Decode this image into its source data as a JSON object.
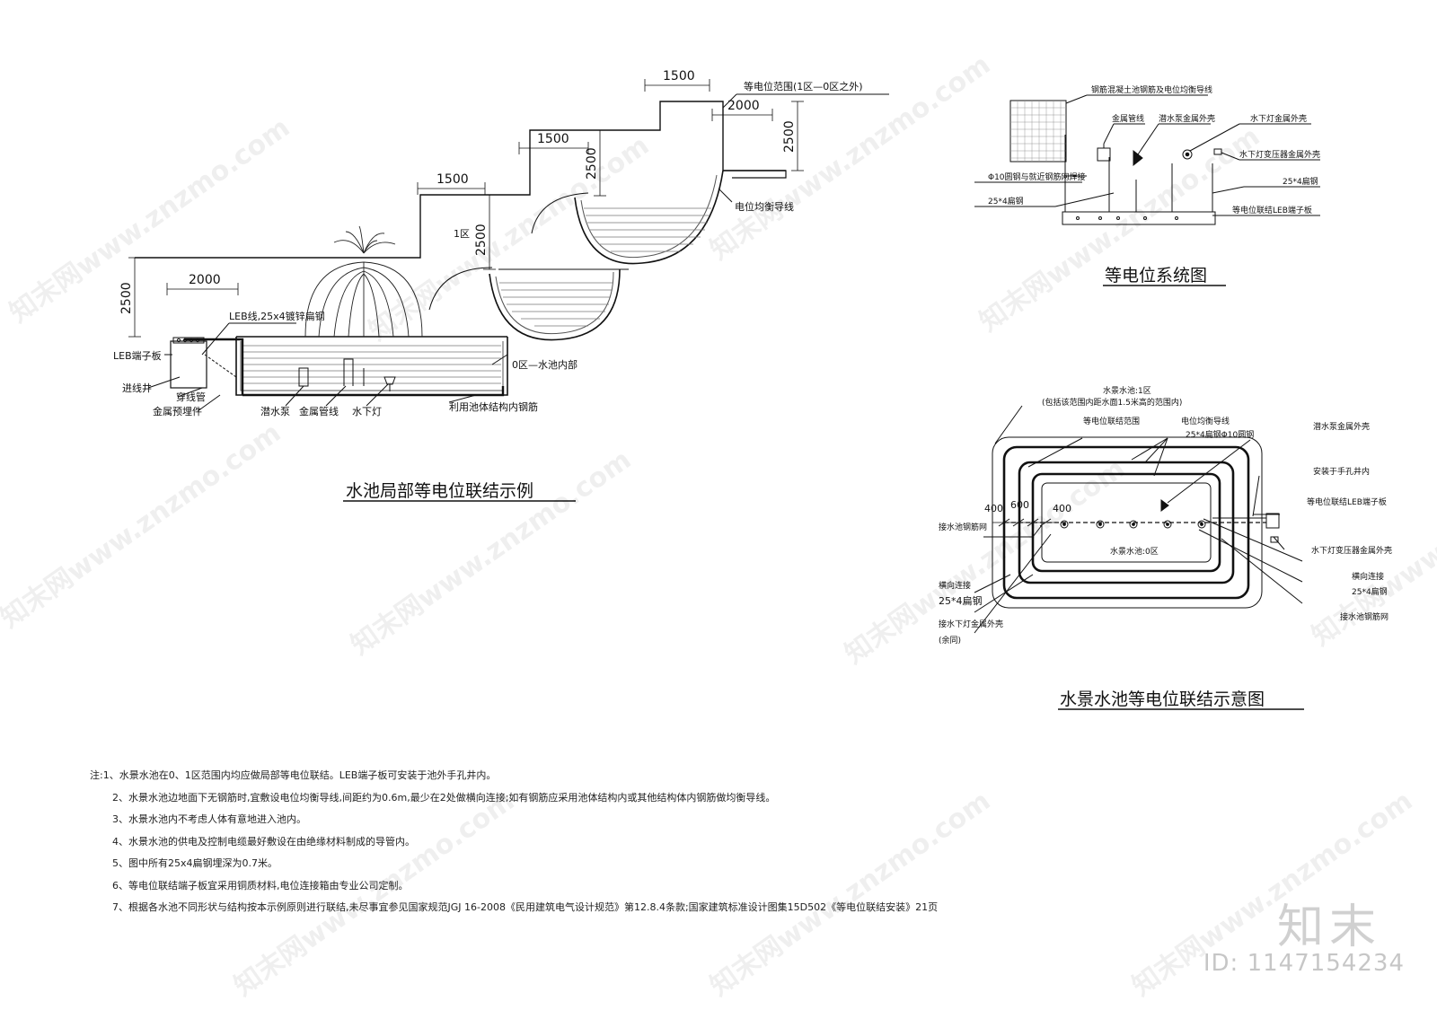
{
  "titles": {
    "left": "水池局部等电位联结示例",
    "top_right": "等电位系统图",
    "bottom_right": "水景水池等电位联结示意图"
  },
  "left_diagram": {
    "dim_1500_a": "1500",
    "dim_1500_b": "1500",
    "dim_1500_c": "1500",
    "dim_2000_top": "2000",
    "dim_2000_left": "2000",
    "dim_2500_a": "2500",
    "dim_2500_b": "2500",
    "dim_2500_c": "2500",
    "dim_2500_d": "2500",
    "zone_range": "等电位范围(1区—0区之外)",
    "equal_wire": "电位均衡导线",
    "zone1": "1区",
    "leb_line": "LEB线,25x4镀锌扁钢",
    "leb_board": "LEB端子板",
    "inlet_well": "进线井",
    "conduit": "穿线管",
    "embedded": "金属预埋件",
    "pump": "潜水泵",
    "metal_pipe": "金属管线",
    "underwater_light": "水下灯",
    "zone0": "0区—水池内部",
    "rebar": "利用池体结构内钢筋"
  },
  "top_right_diagram": {
    "rc_pool": "钢筋混凝土池钢筋及电位均衡导线",
    "metal_pipe": "金属管线",
    "pump_shell": "潜水泵金属外壳",
    "light_shell": "水下灯金属外壳",
    "transformer_shell": "水下灯变压器金属外壳",
    "round_steel": "Φ10圆钢与就近钢筋网焊接",
    "flat_steel_left": "25*4扁钢",
    "flat_steel_right": "25*4扁钢",
    "leb_board": "等电位联结LEB端子板"
  },
  "bottom_right_diagram": {
    "zone1_title": "水景水池:1区",
    "zone1_note": "(包括该范围内距水面1.5米高的范围内)",
    "range": "等电位联结范围",
    "equal_wire": "电位均衡导线",
    "wire_spec": "25*4扁钢Φ10圆钢",
    "pump_shell": "潜水泵金属外壳",
    "hand_well": "安装于手孔井内",
    "leb_board": "等电位联结LEB端子板",
    "transformer_shell": "水下灯变压器金属外壳",
    "horiz_conn_r": "横向连接",
    "flat_steel_r": "25*4扁钢",
    "rebar_net_r": "接水池钢筋网",
    "dim_400_a": "400",
    "dim_600": "600",
    "dim_400_b": "400",
    "rebar_net_l": "接水池钢筋网",
    "pool_zone0": "水景水池:0区",
    "horiz_conn_l": "横向连接",
    "flat_steel_l": "25*4扁钢",
    "light_shell": "接水下灯金属外壳",
    "same": "(余同)"
  },
  "notes": [
    "注:1、水景水池在0、1区范围内均应做局部等电位联结。LEB端子板可安装于池外手孔井内。",
    "2、水景水池边地面下无钢筋时,宜敷设电位均衡导线,间距约为0.6m,最少在2处做横向连接;如有钢筋应采用池体结构内或其他结构体内钢筋做均衡导线。",
    "3、水景水池内不考虑人体有意地进入池内。",
    "4、水景水池的供电及控制电缆最好敷设在由绝缘材料制成的导管内。",
    "5、图中所有25x4扁钢埋深为0.7米。",
    "6、等电位联结端子板宜采用铜质材料,电位连接箱由专业公司定制。",
    "7、根据各水池不同形状与结构按本示例原则进行联结,未尽事宜参见国家规范JGJ 16-2008《民用建筑电气设计规范》第12.8.4条款;国家建筑标准设计图集15D502《等电位联结安装》21页"
  ],
  "watermark": {
    "site": "知末网www.znzmo.com",
    "brand": "知末",
    "id": "ID: 1147154234"
  }
}
